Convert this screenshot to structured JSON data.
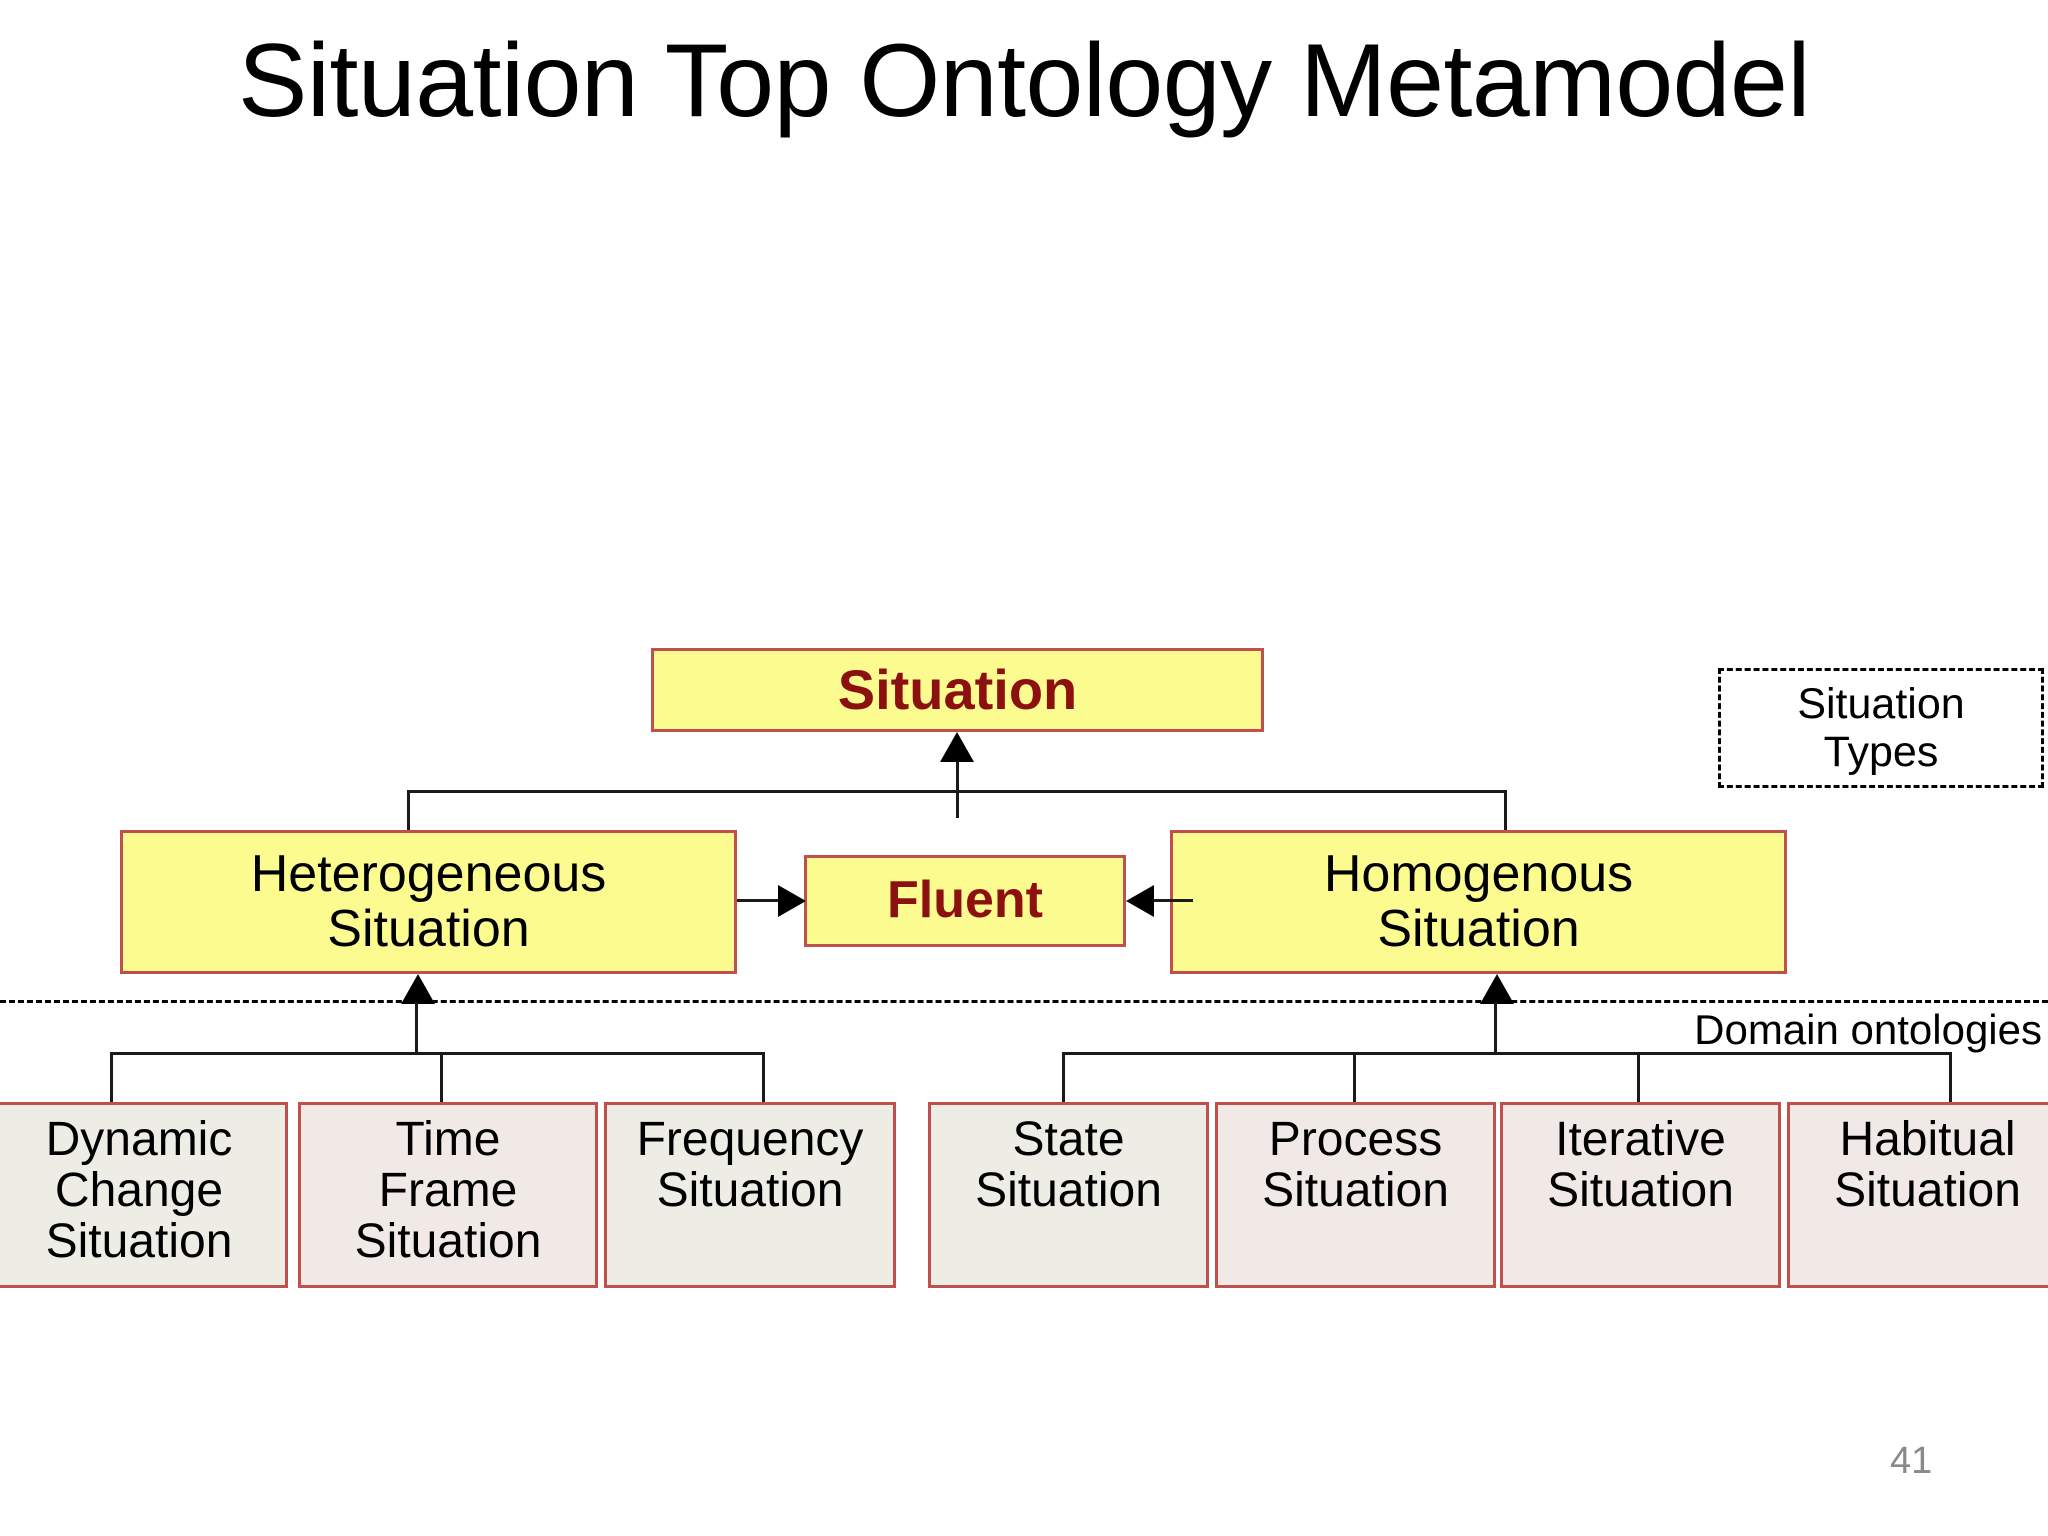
{
  "slide": {
    "title": "Situation Top Ontology Metamodel",
    "page_number": "41",
    "separator_label": "Domain ontologies",
    "colors": {
      "type_box_fill": "#FBFB8F",
      "type_box_border": "#C0504D",
      "domain_box_fill": "#EDEDE6",
      "domain_box_fill_alt": "#F0E9E6",
      "accent_text": "#8C1010",
      "body_text": "#000000",
      "page_number_text": "#8A8A8A",
      "connector": "#1A1A1A"
    }
  },
  "legend": {
    "label": "Situation Types",
    "line1": "Situation",
    "line2": "Types"
  },
  "nodes": {
    "root": {
      "label": "Situation",
      "style": "yellow-bold-red"
    },
    "heterogeneous": {
      "line1": "Heterogeneous",
      "line2": "Situation",
      "style": "yellow-black"
    },
    "fluent": {
      "label": "Fluent",
      "style": "yellow-bold-red"
    },
    "homogenous": {
      "line1": "Homogenous",
      "line2": "Situation",
      "style": "yellow-black"
    }
  },
  "domain_nodes": [
    {
      "line1": "Dynamic",
      "line2": "Change",
      "line3": "Situation",
      "parent": "heterogeneous"
    },
    {
      "line1": "Time",
      "line2": "Frame",
      "line3": "Situation",
      "parent": "heterogeneous"
    },
    {
      "line1": "Frequency",
      "line2": "Situation",
      "line3": "",
      "parent": "heterogeneous"
    },
    {
      "line1": "State",
      "line2": "Situation",
      "line3": "",
      "parent": "homogenous"
    },
    {
      "line1": "Process",
      "line2": "Situation",
      "line3": "",
      "parent": "homogenous"
    },
    {
      "line1": "Iterative",
      "line2": "Situation",
      "line3": "",
      "parent": "homogenous"
    },
    {
      "line1": "Habitual",
      "line2": "Situation",
      "line3": "",
      "parent": "homogenous"
    }
  ],
  "relations": [
    {
      "from": "heterogeneous",
      "to": "root",
      "type": "generalization"
    },
    {
      "from": "homogenous",
      "to": "root",
      "type": "generalization"
    },
    {
      "from": "heterogeneous",
      "to": "fluent",
      "type": "association-arrow-right"
    },
    {
      "from": "homogenous",
      "to": "fluent",
      "type": "association-arrow-left"
    },
    {
      "from": "Dynamic Change Situation",
      "to": "heterogeneous",
      "type": "generalization"
    },
    {
      "from": "Time Frame Situation",
      "to": "heterogeneous",
      "type": "generalization"
    },
    {
      "from": "Frequency Situation",
      "to": "heterogeneous",
      "type": "generalization"
    },
    {
      "from": "State Situation",
      "to": "homogenous",
      "type": "generalization"
    },
    {
      "from": "Process Situation",
      "to": "homogenous",
      "type": "generalization"
    },
    {
      "from": "Iterative Situation",
      "to": "homogenous",
      "type": "generalization"
    },
    {
      "from": "Habitual Situation",
      "to": "homogenous",
      "type": "generalization"
    }
  ]
}
